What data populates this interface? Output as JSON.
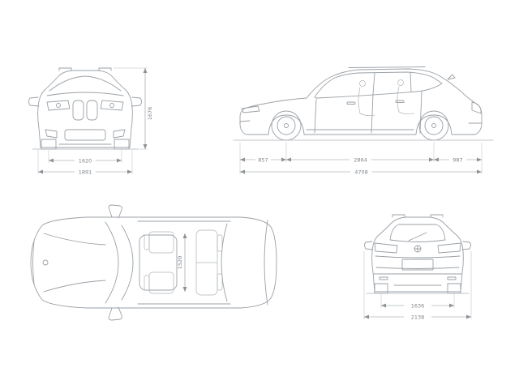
{
  "page": {
    "background": "#ffffff"
  },
  "colors": {
    "car_line": "#9ba1a7",
    "dimension_line": "#8d9298",
    "dimension_text": "#7e848b"
  },
  "views": {
    "front": {
      "label": "front-view",
      "dimensions": {
        "height_mm": "1676",
        "track_width_mm": "1620",
        "overall_width_mm": "1891"
      }
    },
    "side": {
      "label": "side-view",
      "dimensions": {
        "front_overhang_mm": "857",
        "wheelbase_mm": "2864",
        "rear_overhang_mm": "987",
        "overall_length_mm": "4708"
      }
    },
    "top": {
      "label": "top-view",
      "dimensions": {
        "interior_width_mm": "1520"
      }
    },
    "rear": {
      "label": "rear-view",
      "dimensions": {
        "rear_track_mm": "1636",
        "width_incl_mirrors_mm": "2138"
      }
    }
  }
}
